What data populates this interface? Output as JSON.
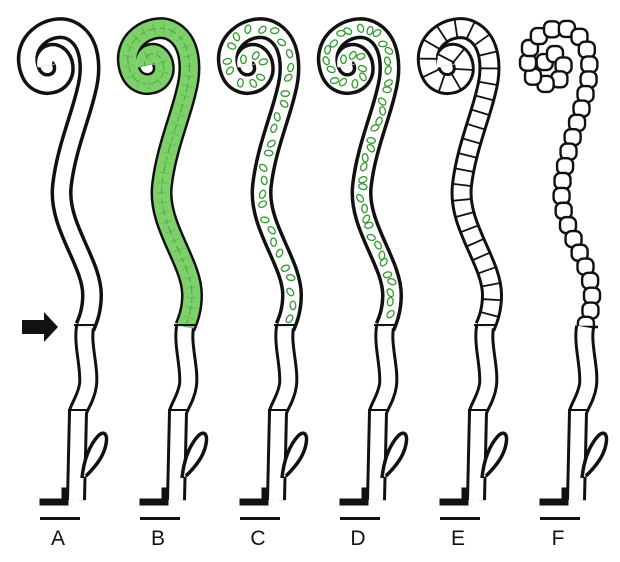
{
  "figure": {
    "panels": [
      {
        "label": "A",
        "fill": "none",
        "arrow": true
      },
      {
        "label": "B",
        "fill": "solid"
      },
      {
        "label": "C",
        "fill": "coils-sparse"
      },
      {
        "label": "D",
        "fill": "coils-dense"
      },
      {
        "label": "E",
        "fill": "segmented"
      },
      {
        "label": "F",
        "fill": "beaded"
      }
    ],
    "colors": {
      "outline": "#111111",
      "green_fill": "#7ed06b",
      "green_line": "#2e9a2a",
      "background": "#ffffff"
    }
  }
}
